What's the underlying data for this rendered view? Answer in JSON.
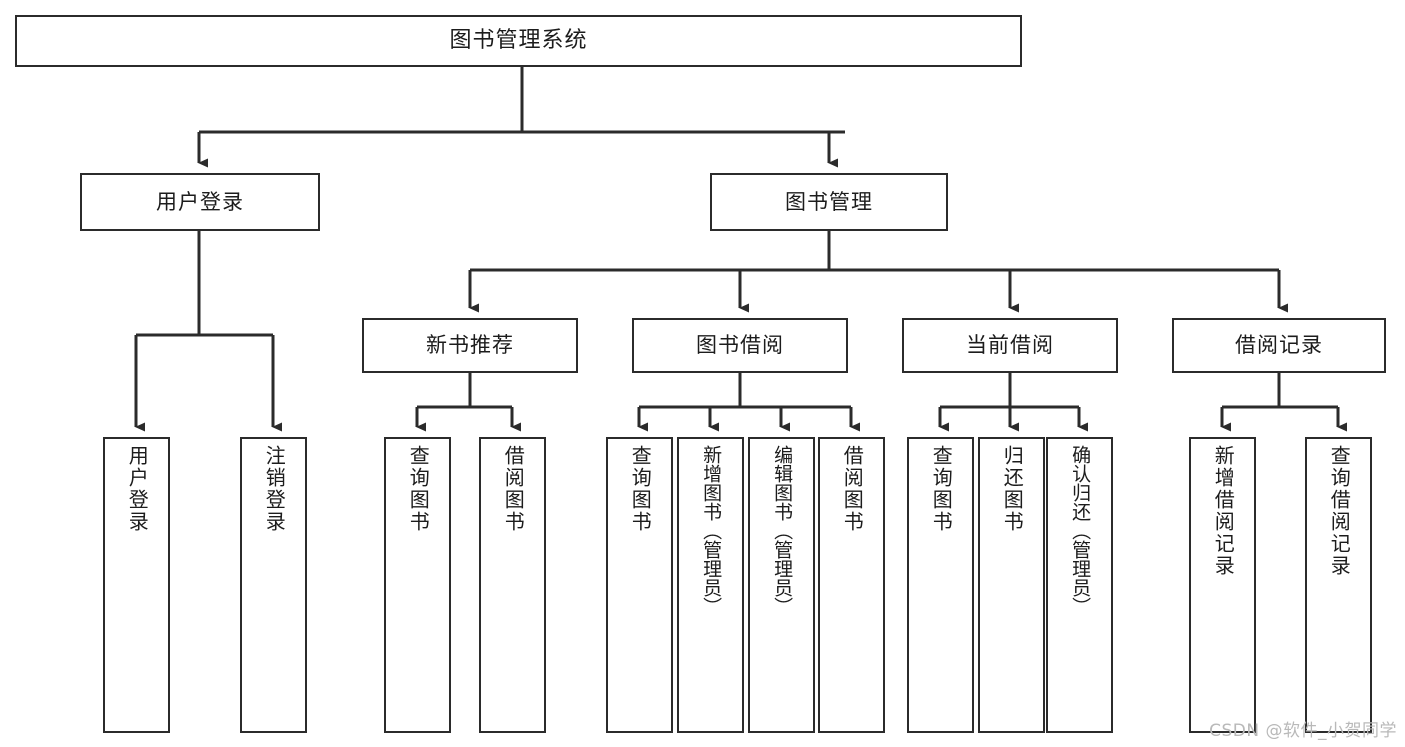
{
  "diagram": {
    "title": "图书管理系统",
    "watermark": "CSDN @软件_小贺同学",
    "stroke_color": "#2b2b2b",
    "background_color": "#ffffff",
    "text_color": "#1c1c1c",
    "watermark_color": "#b9b9b9",
    "type": "tree",
    "levels": 4
  },
  "nodes": {
    "root": {
      "label": "图书管理系统"
    },
    "level2": [
      {
        "label": "用户登录"
      },
      {
        "label": "图书管理"
      }
    ],
    "level3": [
      {
        "label": "新书推荐"
      },
      {
        "label": "图书借阅"
      },
      {
        "label": "当前借阅"
      },
      {
        "label": "借阅记录"
      }
    ],
    "leaves": {
      "user_login": [
        {
          "label": "用户登录"
        },
        {
          "label": "注销登录"
        }
      ],
      "new_book_recommend": [
        {
          "label": "查询图书"
        },
        {
          "label": "借阅图书"
        }
      ],
      "book_borrow": [
        {
          "label": "查询图书"
        },
        {
          "label": "新增图书（管理员）"
        },
        {
          "label": "编辑图书（管理员）"
        },
        {
          "label": "借阅图书"
        }
      ],
      "current_borrow": [
        {
          "label": "查询图书"
        },
        {
          "label": "归还图书"
        },
        {
          "label": "确认归还（管理员）"
        }
      ],
      "borrow_record": [
        {
          "label": "新增借阅记录"
        },
        {
          "label": "查询借阅记录"
        }
      ]
    }
  }
}
